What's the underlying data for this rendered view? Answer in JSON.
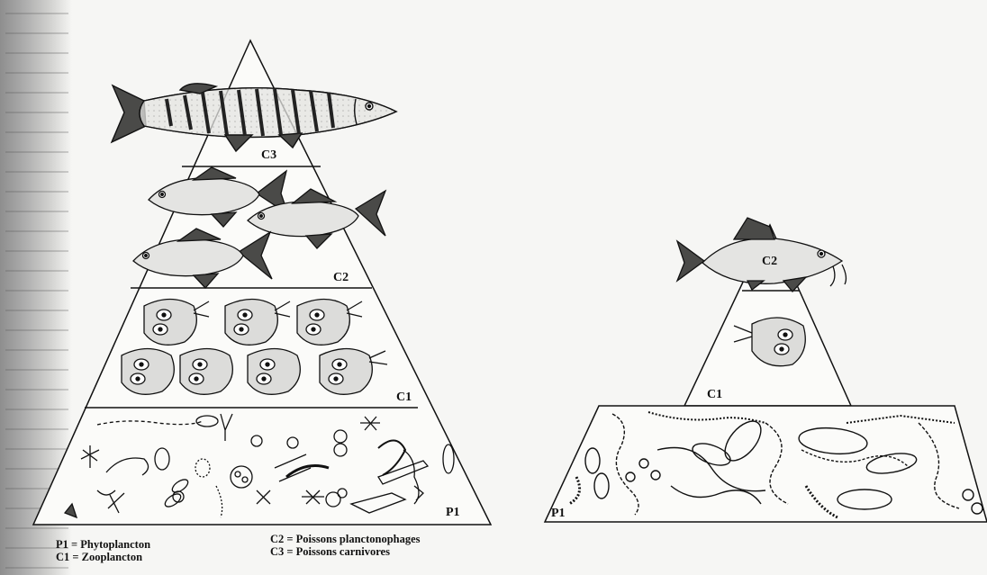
{
  "left_pyramid": {
    "label_c3": "C3",
    "label_c2": "C2",
    "label_c1": "C1",
    "label_p1": "P1"
  },
  "right_pyramid": {
    "label_c2": "C2",
    "label_c1": "C1",
    "label_p1": "P1"
  },
  "legend": {
    "p1": "P1 = Phytoplancton",
    "c1": "C1 = Zooplancton",
    "c2": "C2 = Poissons planctonophages",
    "c3": "C3 = Poissons carnivores"
  },
  "colors": {
    "ink": "#111111",
    "paper": "#f6f6f4",
    "fish_fill": "#e4e4e2",
    "fin_fill": "#4a4a48"
  }
}
